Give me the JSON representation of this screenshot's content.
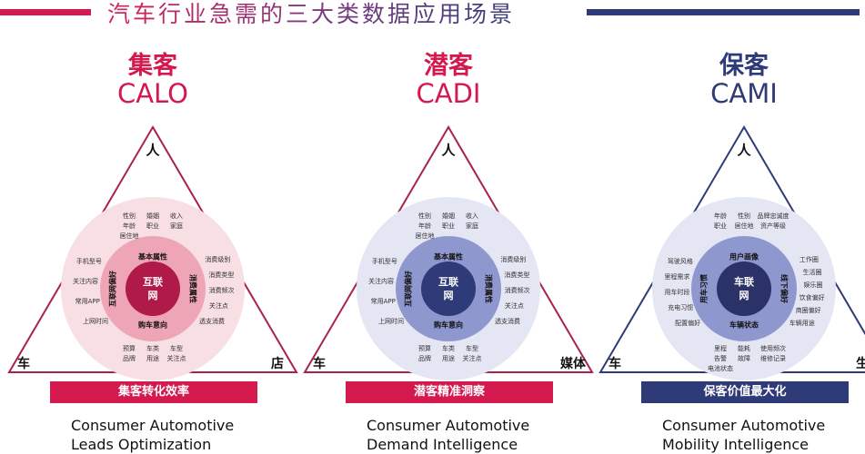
{
  "header": {
    "title": "汽车行业急需的三大类数据应用场景",
    "left_bar_color": "#d4194f",
    "right_bar_color": "#2f3a78"
  },
  "panels": [
    {
      "title": "集客",
      "code": "CALO",
      "accent": "#d4194f",
      "triangle_color": "#a8224a",
      "disc_colors": [
        "#f7dfe4",
        "#eea6b6",
        "#b01a48"
      ],
      "apex": "人",
      "bottom_left": "车",
      "bottom_right": "店",
      "core": [
        "互联",
        "网"
      ],
      "ring": {
        "top": "基本属性",
        "bottom": "购车意向",
        "left": "互联网偏好",
        "right": "消费属性"
      },
      "top_items": [
        [
          "性别",
          "婚姻",
          "收入"
        ],
        [
          "年龄",
          "职业",
          "家庭"
        ],
        [
          "居住地"
        ]
      ],
      "left_items": [
        "手机型号",
        "关注内容",
        "常用APP",
        "上网时间"
      ],
      "right_items": [
        "消费级别",
        "消费类型",
        "消费频次",
        "关注点",
        "透支消费"
      ],
      "bottom_items": [
        [
          "预算",
          "车类",
          "车型"
        ],
        [
          "品牌",
          "用途",
          "关注点"
        ]
      ],
      "banner": "集客转化效率",
      "banner_color": "#d4194f",
      "english": [
        "Consumer Automotive",
        "Leads Optimization"
      ]
    },
    {
      "title": "潜客",
      "code": "CADI",
      "accent": "#d4194f",
      "triangle_color": "#a8224a",
      "disc_colors": [
        "#e4e6f3",
        "#8f97cf",
        "#2f3a78"
      ],
      "apex": "人",
      "bottom_left": "车",
      "bottom_right": "媒体",
      "core": [
        "互联",
        "网"
      ],
      "ring": {
        "top": "基本属性",
        "bottom": "购车意向",
        "left": "互联网偏好",
        "right": "消费属性"
      },
      "top_items": [
        [
          "性别",
          "婚姻",
          "收入"
        ],
        [
          "年龄",
          "职业",
          "家庭"
        ],
        [
          "居住地"
        ]
      ],
      "left_items": [
        "手机型号",
        "关注内容",
        "常用APP",
        "上网时间"
      ],
      "right_items": [
        "消费级别",
        "消费类型",
        "消费频次",
        "关注点",
        "透支消费"
      ],
      "bottom_items": [
        [
          "预算",
          "车类",
          "车型"
        ],
        [
          "品牌",
          "用途",
          "关注点"
        ]
      ],
      "banner": "潜客精准洞察",
      "banner_color": "#d4194f",
      "english": [
        "Consumer Automotive",
        "Demand Intelligence"
      ]
    },
    {
      "title": "保客",
      "code": "CAMI",
      "accent": "#2f3a78",
      "triangle_color": "#2f3a78",
      "disc_colors": [
        "#e4e6f3",
        "#8f97cf",
        "#2a3268"
      ],
      "apex": "人",
      "bottom_left": "车",
      "bottom_right": "生活",
      "core": [
        "车联",
        "网"
      ],
      "ring": {
        "top": "用户画像",
        "bottom": "车辆状态",
        "left": "用车习惯",
        "right": "线下偏好"
      },
      "top_items": [
        [
          "年龄",
          "性别",
          "品牌忠诚度"
        ],
        [
          "职业",
          "居住地",
          "资产等级"
        ]
      ],
      "left_items": [
        "驾驶风格",
        "里程需求",
        "用车时段",
        "充电习惯",
        "配置偏好"
      ],
      "right_items": [
        "工作圈",
        "生活圈",
        "娱乐圈",
        "饮食偏好",
        "商圈偏好",
        "车辆用途"
      ],
      "bottom_items": [
        [
          "里程",
          "能耗",
          "使用频次"
        ],
        [
          "告警",
          "故障",
          "维修记录"
        ],
        [
          "电池状态"
        ]
      ],
      "banner": "保客价值最大化",
      "banner_color": "#2f3a78",
      "english": [
        "Consumer Automotive",
        "Mobility Intelligence"
      ]
    }
  ]
}
